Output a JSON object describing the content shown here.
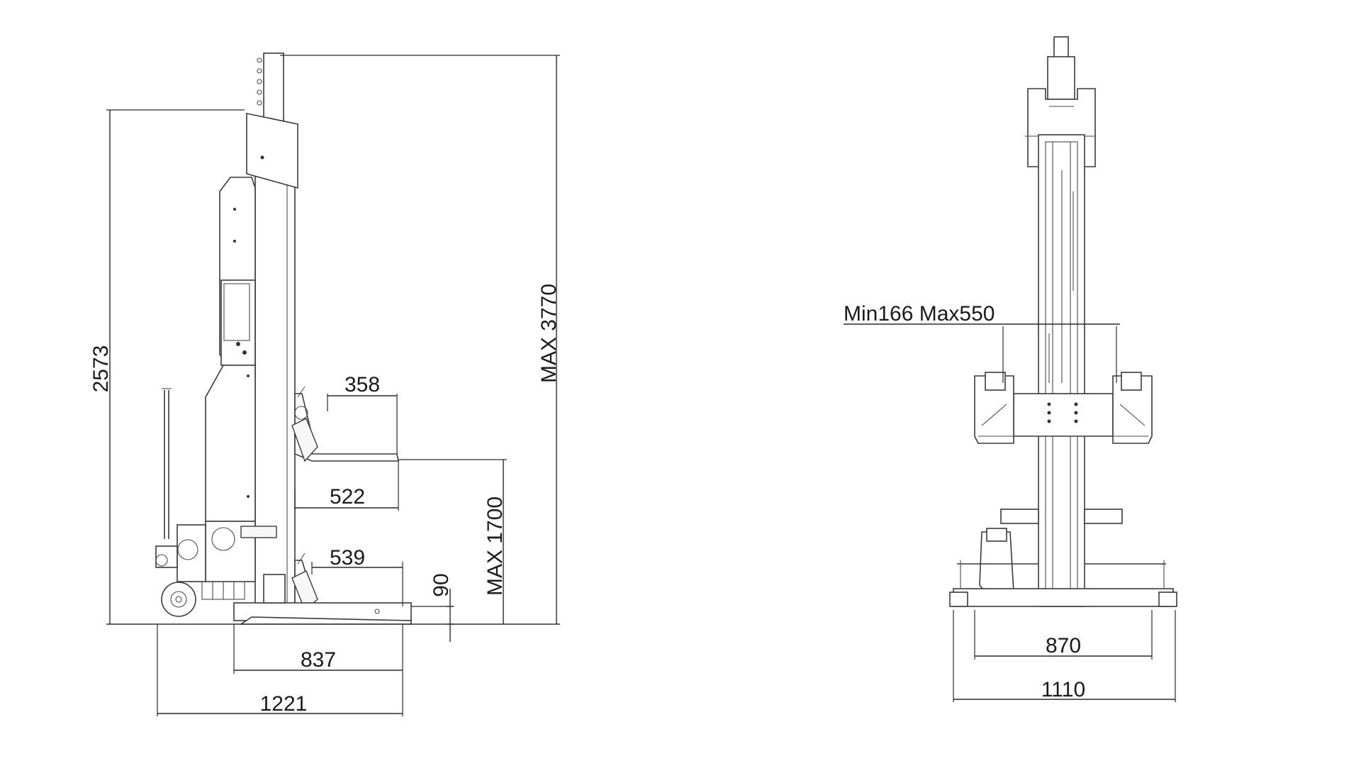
{
  "side_view": {
    "dimensions": {
      "total_height": "2573",
      "max_height": "MAX 3770",
      "fork_depth": "358",
      "fork_reach": "522",
      "max_lift": "MAX 1700",
      "lower_fork_reach": "539",
      "min_fork_height": "90",
      "base_length": "837",
      "overall_length": "1221"
    }
  },
  "front_view": {
    "dimensions": {
      "fork_spread": "Min166 Max550",
      "wheel_track": "870",
      "overall_width": "1110"
    }
  }
}
